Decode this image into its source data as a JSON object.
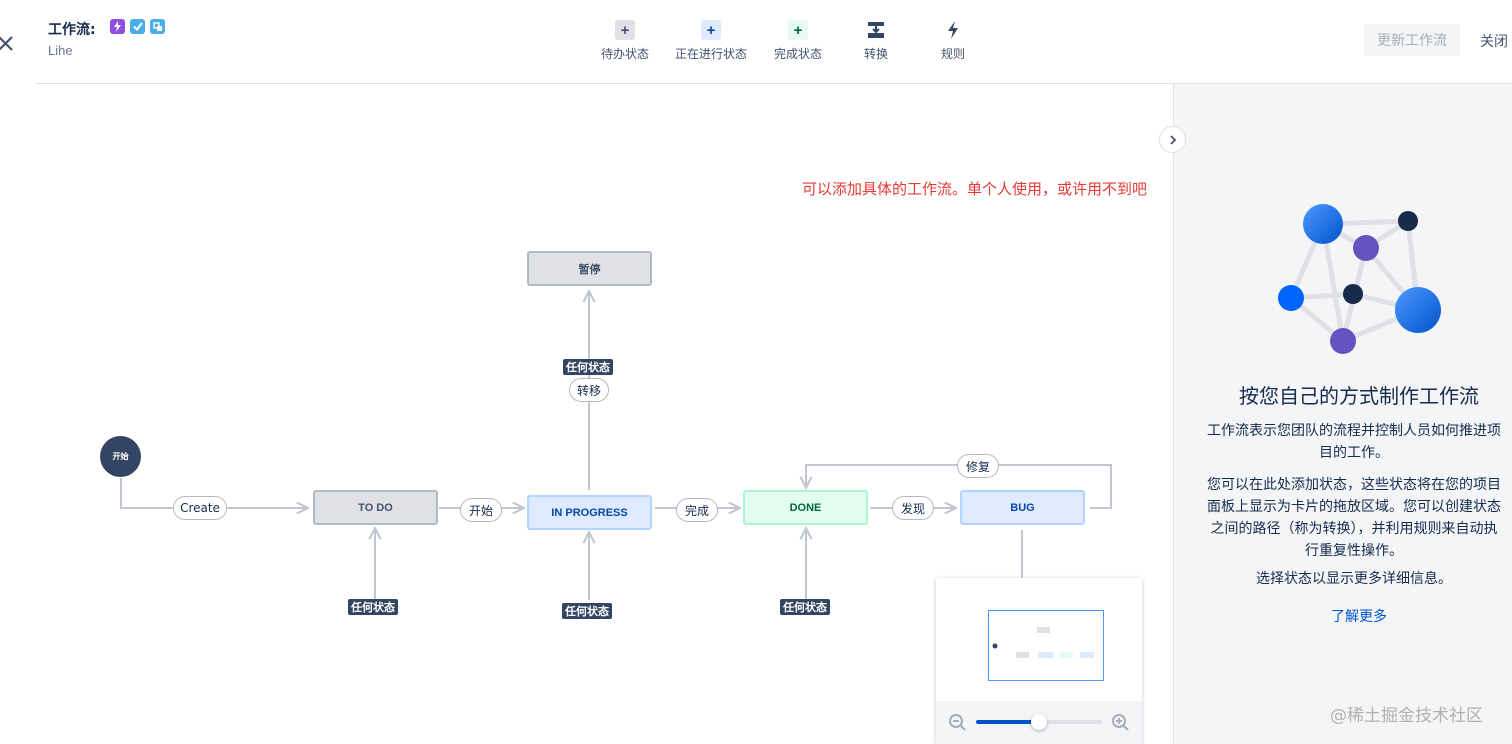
{
  "header": {
    "title": "工作流:",
    "subtitle": "Lihe",
    "update_label": "更新工作流",
    "close_label": "关闭"
  },
  "toolbar": [
    {
      "label": "待办状态",
      "icon": "plus",
      "color": "#42526e",
      "bg": "#dfe1e6"
    },
    {
      "label": "正在进行状态",
      "icon": "plus",
      "color": "#0747a6",
      "bg": "#deebff"
    },
    {
      "label": "完成状态",
      "icon": "plus",
      "color": "#006644",
      "bg": "#e3fcef"
    },
    {
      "label": "转换",
      "icon": "transition-icon"
    },
    {
      "label": "规则",
      "icon": "lightning-icon"
    }
  ],
  "workflow": {
    "start": "开始",
    "statuses": {
      "todo": "TO DO",
      "in_progress": "IN PROGRESS",
      "done": "DONE",
      "bug": "BUG",
      "paused": "暂停"
    },
    "transitions": {
      "create": "Create",
      "start": "开始",
      "move": "转移",
      "complete": "完成",
      "found": "发现",
      "repair": "修复"
    },
    "any_status": "任何状态"
  },
  "annotation": "可以添加具体的工作流。单个人使用，或许用不到吧",
  "zoom": {
    "level_fraction": 0.5
  },
  "panel": {
    "title": "按您自己的方式制作工作流",
    "p1": "工作流表示您团队的流程并控制人员如何推进项目的工作。",
    "p2": "您可以在此处添加状态，这些状态将在您的项目面板上显示为卡片的拖放区域。您可以创建状态之间的路径（称为转换），并利用规则来自动执行重复性操作。",
    "p3": "选择状态以显示更多详细信息。",
    "link": "了解更多"
  },
  "watermark": "@稀土掘金技术社区",
  "colors": {
    "accent": "#0052cc",
    "annotation": "#e53935",
    "start": "#344563"
  }
}
